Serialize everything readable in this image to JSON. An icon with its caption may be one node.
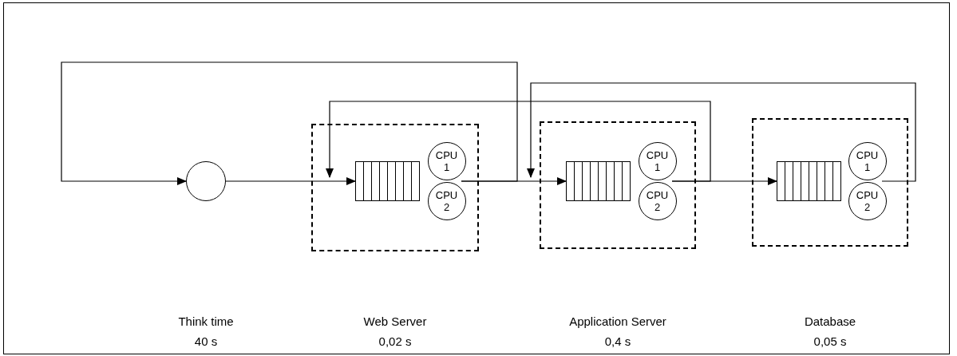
{
  "diagram": {
    "nodes": [
      {
        "text": [],
        "shape": "circle",
        "beside": [
          "Think time",
          "40 s"
        ]
      },
      {
        "text": [],
        "shape": "box",
        "beside": [
          "Web Server",
          "0,02 s"
        ]
      },
      {
        "text": [],
        "shape": "box",
        "in": 1
      },
      {
        "text": [
          "CPU 1"
        ],
        "in": 1
      },
      {
        "text": [
          "CPU 2"
        ],
        "in": 1
      },
      {
        "text": [],
        "shape": "box",
        "beside": [
          "Application Server",
          "0,4 s"
        ]
      },
      {
        "text": [],
        "shape": "box",
        "in": 5
      },
      {
        "text": [
          "CPU 1"
        ],
        "in": 5
      },
      {
        "text": [
          "CPU 2"
        ],
        "in": 5
      },
      {
        "text": [],
        "shape": "box",
        "beside": [
          "Database",
          "0,05 s"
        ]
      },
      {
        "text": [],
        "shape": "box",
        "in": 9
      },
      {
        "text": [
          "CPU 1"
        ],
        "in": 9
      },
      {
        "text": [
          "CPU 2"
        ],
        "in": 9
      }
    ],
    "edges": [
      {
        "from": 0,
        "to": 2,
        "arrow": "to"
      },
      {
        "from": 3,
        "to": 6,
        "arrow": "to"
      },
      {
        "from": 4,
        "to": 6,
        "arrow": "to"
      },
      {
        "from": 3,
        "to": 0,
        "arrow": "to"
      },
      {
        "from": 4,
        "to": 0,
        "arrow": "to"
      },
      {
        "from": 7,
        "to": 2,
        "arrow": "to"
      },
      {
        "from": 8,
        "to": 2,
        "arrow": "to"
      },
      {
        "from": 7,
        "to": 10,
        "arrow": "to"
      },
      {
        "from": 8,
        "to": 10,
        "arrow": "to"
      },
      {
        "from": 11,
        "to": 6,
        "arrow": "to"
      },
      {
        "from": 12,
        "to": 6,
        "arrow": "to"
      }
    ]
  }
}
